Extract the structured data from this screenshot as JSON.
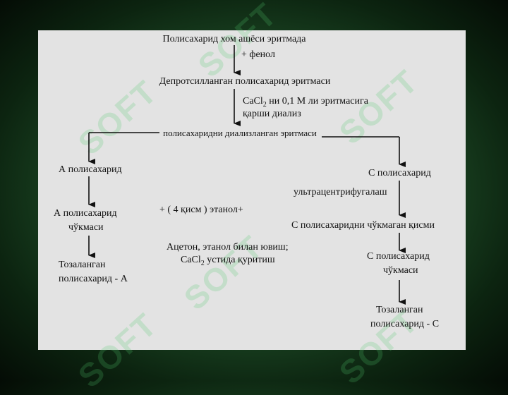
{
  "watermark": {
    "text": "SOFT"
  },
  "diagram": {
    "top": {
      "step1": "Полисахарид хом ашёси эритмада",
      "reagent1": "+ фенол",
      "step2": "Депротсилланган полисахарид  эритмаси",
      "reagent2_line1_prefix": "CaCl",
      "reagent2_line1_sub": "2",
      "reagent2_line1_suffix": " ни 0,1 М ли эритмасига",
      "reagent2_line2": "қарши диализ",
      "step3": "полисахаридни диализланган эритмаси"
    },
    "left": {
      "step1": "А полисахарид",
      "step2_line1": "А полисахарид",
      "step2_line2": "чўкмаси",
      "step3_line1": "Тозаланган",
      "step3_line2": "полисахарид - А"
    },
    "middle": {
      "reagent1": "+ ( 4 қисм ) этанол+",
      "reagent2_line1": "Ацетон, этанол билан ювиш;",
      "reagent2_line2_prefix": "CaCl",
      "reagent2_line2_sub": "2",
      "reagent2_line2_suffix": " устида қуритиш"
    },
    "right": {
      "step1": "С полисахарид",
      "reagent1": "ультрацентрифугалаш",
      "step2": "С полисахаридни чўкмаган қисми",
      "step3_line1": "С полисахарид",
      "step3_line2": "чўкмаси",
      "step4_line1": "Тозаланган",
      "step4_line2": "полисахарид - С"
    }
  }
}
